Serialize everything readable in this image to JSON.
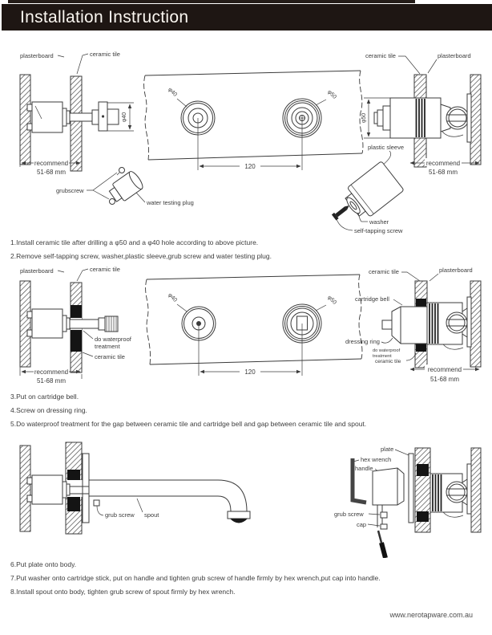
{
  "header": {
    "title": "Installation Instruction"
  },
  "steps": {
    "s1": "1.Install ceramic tile after drilling a φ50 and a φ40 hole according to above picture.",
    "s2": "2.Remove self-tapping screw, washer,plastic sleeve,grub screw and water testing plug.",
    "s3": "3.Put on cartridge bell.",
    "s4": "4.Screw on dressing ring.",
    "s5": "5.Do waterproof treatment for the gap between ceramic tile and cartridge bell and gap between ceramic tile and spout.",
    "s6": "6.Put plate onto body.",
    "s7": "7.Put washer onto cartridge stick, put on handle and tighten grub screw of handle firmly by hex wrench,put cap into handle.",
    "s8": "8.Install spout onto body, tighten grub screw of spout firmly by hex wrench."
  },
  "labels": {
    "plasterboard": "plasterboard",
    "ceramic_tile": "ceramic tile",
    "recommend": "recommend",
    "range": "51-68 mm",
    "phi40": "φ40",
    "phi50": "φ50",
    "dim120": "120",
    "grubscrew": "grubscrew",
    "water_testing_plug": "water testing plug",
    "plastic_sleeve": "plastic sleeve",
    "washer": "washer",
    "self_tapping_screw": "self-tapping screw",
    "cartridge_bell": "cartridge bell",
    "dressing_ring": "dressing ring",
    "do_waterproof": "do waterproof",
    "treatment": "treatment",
    "grub_screw": "grub screw",
    "spout": "spout",
    "plate": "plate",
    "hex_wrench": "hex wrench",
    "handle": "handle",
    "cap": "cap"
  },
  "footer": {
    "website": "www.nerotapware.com.au"
  },
  "colors": {
    "header_bg": "#1e1613",
    "line": "#3b3b3b",
    "text": "#3d3d3d"
  }
}
